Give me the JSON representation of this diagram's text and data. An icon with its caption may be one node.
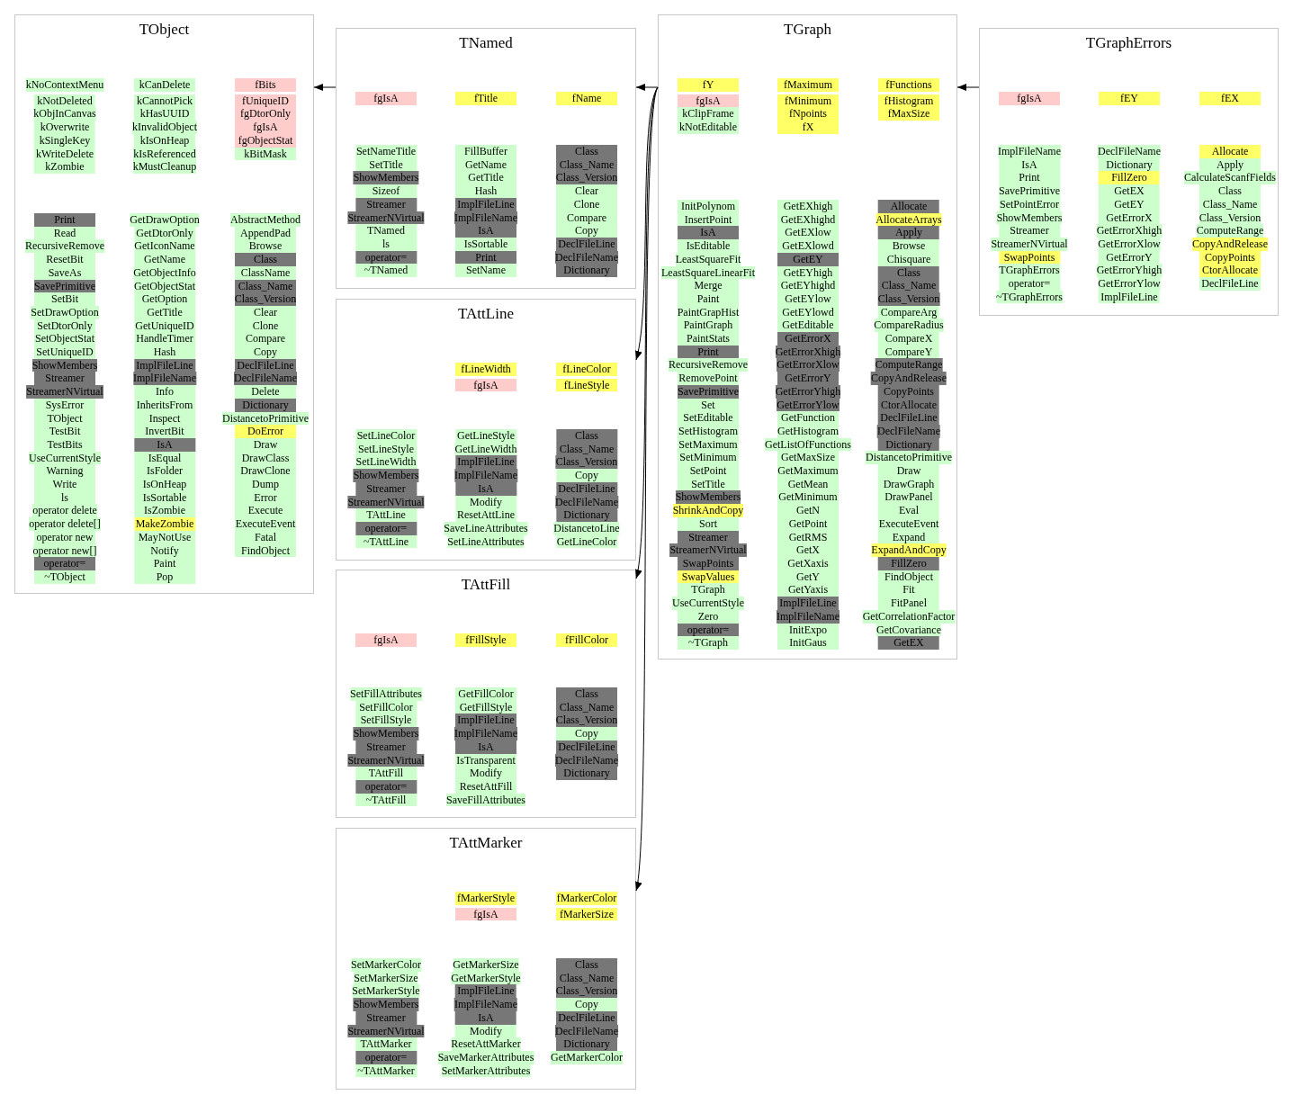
{
  "diagram": {
    "nodes": [
      {
        "text": [
          "TObject"
        ]
      },
      {
        "text": [
          "TNamed"
        ]
      },
      {
        "text": [
          "TGraph"
        ]
      },
      {
        "text": [
          "TGraphErrors"
        ]
      },
      {
        "text": [
          "TAttLine"
        ]
      },
      {
        "text": [
          "TAttFill"
        ]
      },
      {
        "text": [
          "TAttMarker"
        ]
      },
      {
        "text": [
          "kNoContextMenu"
        ],
        "in": 0
      },
      {
        "text": [
          "kNotDeleted"
        ],
        "in": 0
      },
      {
        "text": [
          "kObjInCanvas"
        ],
        "in": 0
      },
      {
        "text": [
          "kOverwrite"
        ],
        "in": 0
      },
      {
        "text": [
          "kSingleKey"
        ],
        "in": 0
      },
      {
        "text": [
          "kWriteDelete"
        ],
        "in": 0
      },
      {
        "text": [
          "kZombie"
        ],
        "in": 0
      },
      {
        "text": [
          "kCanDelete"
        ],
        "in": 0
      },
      {
        "text": [
          "kCannotPick"
        ],
        "in": 0
      },
      {
        "text": [
          "kHasUUID"
        ],
        "in": 0
      },
      {
        "text": [
          "kInvalidObject"
        ],
        "in": 0
      },
      {
        "text": [
          "kIsOnHeap"
        ],
        "in": 0
      },
      {
        "text": [
          "kIsReferenced"
        ],
        "in": 0
      },
      {
        "text": [
          "kMustCleanup"
        ],
        "in": 0
      },
      {
        "text": [
          "fBits"
        ],
        "in": 0
      },
      {
        "text": [
          "fUniqueID"
        ],
        "in": 0
      },
      {
        "text": [
          "fgDtorOnly"
        ],
        "in": 0
      },
      {
        "text": [
          "fgIsA"
        ],
        "in": 0
      },
      {
        "text": [
          "fgObjectStat"
        ],
        "in": 0
      },
      {
        "text": [
          "kBitMask"
        ],
        "in": 0
      },
      {
        "text": [
          "Print"
        ],
        "in": 0
      },
      {
        "text": [
          "Read"
        ],
        "in": 0
      },
      {
        "text": [
          "RecursiveRemove"
        ],
        "in": 0
      },
      {
        "text": [
          "ResetBit"
        ],
        "in": 0
      },
      {
        "text": [
          "SaveAs"
        ],
        "in": 0
      },
      {
        "text": [
          "SavePrimitive"
        ],
        "in": 0
      },
      {
        "text": [
          "SetBit"
        ],
        "in": 0
      },
      {
        "text": [
          "SetDrawOption"
        ],
        "in": 0
      },
      {
        "text": [
          "SetDtorOnly"
        ],
        "in": 0
      },
      {
        "text": [
          "SetObjectStat"
        ],
        "in": 0
      },
      {
        "text": [
          "SetUniqueID"
        ],
        "in": 0
      },
      {
        "text": [
          "ShowMembers"
        ],
        "in": 0
      },
      {
        "text": [
          "Streamer"
        ],
        "in": 0
      },
      {
        "text": [
          "StreamerNVirtual"
        ],
        "in": 0
      },
      {
        "text": [
          "SysError"
        ],
        "in": 0
      },
      {
        "text": [
          "TObject"
        ],
        "in": 0
      },
      {
        "text": [
          "TestBit"
        ],
        "in": 0
      },
      {
        "text": [
          "TestBits"
        ],
        "in": 0
      },
      {
        "text": [
          "UseCurrentStyle"
        ],
        "in": 0
      },
      {
        "text": [
          "Warning"
        ],
        "in": 0
      },
      {
        "text": [
          "Write"
        ],
        "in": 0
      },
      {
        "text": [
          "ls"
        ],
        "in": 0
      },
      {
        "text": [
          "operator delete"
        ],
        "in": 0
      },
      {
        "text": [
          "operator delete[]"
        ],
        "in": 0
      },
      {
        "text": [
          "operator new"
        ],
        "in": 0
      },
      {
        "text": [
          "operator new[]"
        ],
        "in": 0
      },
      {
        "text": [
          "operator="
        ],
        "in": 0
      },
      {
        "text": [
          "~TObject"
        ],
        "in": 0
      },
      {
        "text": [
          "GetDrawOption"
        ],
        "in": 0
      },
      {
        "text": [
          "GetDtorOnly"
        ],
        "in": 0
      },
      {
        "text": [
          "GetIconName"
        ],
        "in": 0
      },
      {
        "text": [
          "GetName"
        ],
        "in": 0
      },
      {
        "text": [
          "GetObjectInfo"
        ],
        "in": 0
      },
      {
        "text": [
          "GetObjectStat"
        ],
        "in": 0
      },
      {
        "text": [
          "GetOption"
        ],
        "in": 0
      },
      {
        "text": [
          "GetTitle"
        ],
        "in": 0
      },
      {
        "text": [
          "GetUniqueID"
        ],
        "in": 0
      },
      {
        "text": [
          "HandleTimer"
        ],
        "in": 0
      },
      {
        "text": [
          "Hash"
        ],
        "in": 0
      },
      {
        "text": [
          "ImplFileLine"
        ],
        "in": 0
      },
      {
        "text": [
          "ImplFileName"
        ],
        "in": 0
      },
      {
        "text": [
          "Info"
        ],
        "in": 0
      },
      {
        "text": [
          "InheritsFrom"
        ],
        "in": 0
      },
      {
        "text": [
          "Inspect"
        ],
        "in": 0
      },
      {
        "text": [
          "InvertBit"
        ],
        "in": 0
      },
      {
        "text": [
          "IsA"
        ],
        "in": 0
      },
      {
        "text": [
          "IsEqual"
        ],
        "in": 0
      },
      {
        "text": [
          "IsFolder"
        ],
        "in": 0
      },
      {
        "text": [
          "IsOnHeap"
        ],
        "in": 0
      },
      {
        "text": [
          "IsSortable"
        ],
        "in": 0
      },
      {
        "text": [
          "IsZombie"
        ],
        "in": 0
      },
      {
        "text": [
          "MakeZombie"
        ],
        "in": 0
      },
      {
        "text": [
          "MayNotUse"
        ],
        "in": 0
      },
      {
        "text": [
          "Notify"
        ],
        "in": 0
      },
      {
        "text": [
          "Paint"
        ],
        "in": 0
      },
      {
        "text": [
          "Pop"
        ],
        "in": 0
      },
      {
        "text": [
          "AbstractMethod"
        ],
        "in": 0
      },
      {
        "text": [
          "AppendPad"
        ],
        "in": 0
      },
      {
        "text": [
          "Browse"
        ],
        "in": 0
      },
      {
        "text": [
          "Class"
        ],
        "in": 0
      },
      {
        "text": [
          "ClassName"
        ],
        "in": 0
      },
      {
        "text": [
          "Class_Name"
        ],
        "in": 0
      },
      {
        "text": [
          "Class_Version"
        ],
        "in": 0
      },
      {
        "text": [
          "Clear"
        ],
        "in": 0
      },
      {
        "text": [
          "Clone"
        ],
        "in": 0
      },
      {
        "text": [
          "Compare"
        ],
        "in": 0
      },
      {
        "text": [
          "Copy"
        ],
        "in": 0
      },
      {
        "text": [
          "DeclFileLine"
        ],
        "in": 0
      },
      {
        "text": [
          "DeclFileName"
        ],
        "in": 0
      },
      {
        "text": [
          "Delete"
        ],
        "in": 0
      },
      {
        "text": [
          "Dictionary"
        ],
        "in": 0
      },
      {
        "text": [
          "DistancetoPrimitive"
        ],
        "in": 0
      },
      {
        "text": [
          "DoError"
        ],
        "in": 0
      },
      {
        "text": [
          "Draw"
        ],
        "in": 0
      },
      {
        "text": [
          "DrawClass"
        ],
        "in": 0
      },
      {
        "text": [
          "DrawClone"
        ],
        "in": 0
      },
      {
        "text": [
          "Dump"
        ],
        "in": 0
      },
      {
        "text": [
          "Error"
        ],
        "in": 0
      },
      {
        "text": [
          "Execute"
        ],
        "in": 0
      },
      {
        "text": [
          "ExecuteEvent"
        ],
        "in": 0
      },
      {
        "text": [
          "Fatal"
        ],
        "in": 0
      },
      {
        "text": [
          "FindObject"
        ],
        "in": 0
      },
      {
        "text": [
          "fgIsA"
        ],
        "in": 1
      },
      {
        "text": [
          "fTitle"
        ],
        "in": 1
      },
      {
        "text": [
          "fName"
        ],
        "in": 1
      },
      {
        "text": [
          "SetNameTitle"
        ],
        "in": 1
      },
      {
        "text": [
          "SetTitle"
        ],
        "in": 1
      },
      {
        "text": [
          "ShowMembers"
        ],
        "in": 1
      },
      {
        "text": [
          "Sizeof"
        ],
        "in": 1
      },
      {
        "text": [
          "Streamer"
        ],
        "in": 1
      },
      {
        "text": [
          "StreamerNVirtual"
        ],
        "in": 1
      },
      {
        "text": [
          "TNamed"
        ],
        "in": 1
      },
      {
        "text": [
          "ls"
        ],
        "in": 1
      },
      {
        "text": [
          "operator="
        ],
        "in": 1
      },
      {
        "text": [
          "~TNamed"
        ],
        "in": 1
      },
      {
        "text": [
          "FillBuffer"
        ],
        "in": 1
      },
      {
        "text": [
          "GetName"
        ],
        "in": 1
      },
      {
        "text": [
          "GetTitle"
        ],
        "in": 1
      },
      {
        "text": [
          "Hash"
        ],
        "in": 1
      },
      {
        "text": [
          "ImplFileLine"
        ],
        "in": 1
      },
      {
        "text": [
          "ImplFileName"
        ],
        "in": 1
      },
      {
        "text": [
          "IsA"
        ],
        "in": 1
      },
      {
        "text": [
          "IsSortable"
        ],
        "in": 1
      },
      {
        "text": [
          "Print"
        ],
        "in": 1
      },
      {
        "text": [
          "SetName"
        ],
        "in": 1
      },
      {
        "text": [
          "Class"
        ],
        "in": 1
      },
      {
        "text": [
          "Class_Name"
        ],
        "in": 1
      },
      {
        "text": [
          "Class_Version"
        ],
        "in": 1
      },
      {
        "text": [
          "Clear"
        ],
        "in": 1
      },
      {
        "text": [
          "Clone"
        ],
        "in": 1
      },
      {
        "text": [
          "Compare"
        ],
        "in": 1
      },
      {
        "text": [
          "Copy"
        ],
        "in": 1
      },
      {
        "text": [
          "DeclFileLine"
        ],
        "in": 1
      },
      {
        "text": [
          "DeclFileName"
        ],
        "in": 1
      },
      {
        "text": [
          "Dictionary"
        ],
        "in": 1
      },
      {
        "text": [
          "fY"
        ],
        "in": 2
      },
      {
        "text": [
          "fgIsA"
        ],
        "in": 2
      },
      {
        "text": [
          "kClipFrame"
        ],
        "in": 2
      },
      {
        "text": [
          "kNotEditable"
        ],
        "in": 2
      },
      {
        "text": [
          "fMaximum"
        ],
        "in": 2
      },
      {
        "text": [
          "fMinimum"
        ],
        "in": 2
      },
      {
        "text": [
          "fNpoints"
        ],
        "in": 2
      },
      {
        "text": [
          "fX"
        ],
        "in": 2
      },
      {
        "text": [
          "fFunctions"
        ],
        "in": 2
      },
      {
        "text": [
          "fHistogram"
        ],
        "in": 2
      },
      {
        "text": [
          "fMaxSize"
        ],
        "in": 2
      },
      {
        "text": [
          "InitPolynom"
        ],
        "in": 2
      },
      {
        "text": [
          "InsertPoint"
        ],
        "in": 2
      },
      {
        "text": [
          "IsA"
        ],
        "in": 2
      },
      {
        "text": [
          "IsEditable"
        ],
        "in": 2
      },
      {
        "text": [
          "LeastSquareFit"
        ],
        "in": 2
      },
      {
        "text": [
          "LeastSquareLinearFit"
        ],
        "in": 2
      },
      {
        "text": [
          "Merge"
        ],
        "in": 2
      },
      {
        "text": [
          "Paint"
        ],
        "in": 2
      },
      {
        "text": [
          "PaintGrapHist"
        ],
        "in": 2
      },
      {
        "text": [
          "PaintGraph"
        ],
        "in": 2
      },
      {
        "text": [
          "PaintStats"
        ],
        "in": 2
      },
      {
        "text": [
          "Print"
        ],
        "in": 2
      },
      {
        "text": [
          "RecursiveRemove"
        ],
        "in": 2
      },
      {
        "text": [
          "RemovePoint"
        ],
        "in": 2
      },
      {
        "text": [
          "SavePrimitive"
        ],
        "in": 2
      },
      {
        "text": [
          "Set"
        ],
        "in": 2
      },
      {
        "text": [
          "SetEditable"
        ],
        "in": 2
      },
      {
        "text": [
          "SetHistogram"
        ],
        "in": 2
      },
      {
        "text": [
          "SetMaximum"
        ],
        "in": 2
      },
      {
        "text": [
          "SetMinimum"
        ],
        "in": 2
      },
      {
        "text": [
          "SetPoint"
        ],
        "in": 2
      },
      {
        "text": [
          "SetTitle"
        ],
        "in": 2
      },
      {
        "text": [
          "ShowMembers"
        ],
        "in": 2
      },
      {
        "text": [
          "ShrinkAndCopy"
        ],
        "in": 2
      },
      {
        "text": [
          "Sort"
        ],
        "in": 2
      },
      {
        "text": [
          "Streamer"
        ],
        "in": 2
      },
      {
        "text": [
          "StreamerNVirtual"
        ],
        "in": 2
      },
      {
        "text": [
          "SwapPoints"
        ],
        "in": 2
      },
      {
        "text": [
          "SwapValues"
        ],
        "in": 2
      },
      {
        "text": [
          "TGraph"
        ],
        "in": 2
      },
      {
        "text": [
          "UseCurrentStyle"
        ],
        "in": 2
      },
      {
        "text": [
          "Zero"
        ],
        "in": 2
      },
      {
        "text": [
          "operator="
        ],
        "in": 2
      },
      {
        "text": [
          "~TGraph"
        ],
        "in": 2
      },
      {
        "text": [
          "GetEXhigh"
        ],
        "in": 2
      },
      {
        "text": [
          "GetEXhighd"
        ],
        "in": 2
      },
      {
        "text": [
          "GetEXlow"
        ],
        "in": 2
      },
      {
        "text": [
          "GetEXlowd"
        ],
        "in": 2
      },
      {
        "text": [
          "GetEY"
        ],
        "in": 2
      },
      {
        "text": [
          "GetEYhigh"
        ],
        "in": 2
      },
      {
        "text": [
          "GetEYhighd"
        ],
        "in": 2
      },
      {
        "text": [
          "GetEYlow"
        ],
        "in": 2
      },
      {
        "text": [
          "GetEYlowd"
        ],
        "in": 2
      },
      {
        "text": [
          "GetEditable"
        ],
        "in": 2
      },
      {
        "text": [
          "GetErrorX"
        ],
        "in": 2
      },
      {
        "text": [
          "GetErrorXhigh"
        ],
        "in": 2
      },
      {
        "text": [
          "GetErrorXlow"
        ],
        "in": 2
      },
      {
        "text": [
          "GetErrorY"
        ],
        "in": 2
      },
      {
        "text": [
          "GetErrorYhigh"
        ],
        "in": 2
      },
      {
        "text": [
          "GetErrorYlow"
        ],
        "in": 2
      },
      {
        "text": [
          "GetFunction"
        ],
        "in": 2
      },
      {
        "text": [
          "GetHistogram"
        ],
        "in": 2
      },
      {
        "text": [
          "GetListOfFunctions"
        ],
        "in": 2
      },
      {
        "text": [
          "GetMaxSize"
        ],
        "in": 2
      },
      {
        "text": [
          "GetMaximum"
        ],
        "in": 2
      },
      {
        "text": [
          "GetMean"
        ],
        "in": 2
      },
      {
        "text": [
          "GetMinimum"
        ],
        "in": 2
      },
      {
        "text": [
          "GetN"
        ],
        "in": 2
      },
      {
        "text": [
          "GetPoint"
        ],
        "in": 2
      },
      {
        "text": [
          "GetRMS"
        ],
        "in": 2
      },
      {
        "text": [
          "GetX"
        ],
        "in": 2
      },
      {
        "text": [
          "GetXaxis"
        ],
        "in": 2
      },
      {
        "text": [
          "GetY"
        ],
        "in": 2
      },
      {
        "text": [
          "GetYaxis"
        ],
        "in": 2
      },
      {
        "text": [
          "ImplFileLine"
        ],
        "in": 2
      },
      {
        "text": [
          "ImplFileName"
        ],
        "in": 2
      },
      {
        "text": [
          "InitExpo"
        ],
        "in": 2
      },
      {
        "text": [
          "InitGaus"
        ],
        "in": 2
      },
      {
        "text": [
          "Allocate"
        ],
        "in": 2
      },
      {
        "text": [
          "AllocateArrays"
        ],
        "in": 2
      },
      {
        "text": [
          "Apply"
        ],
        "in": 2
      },
      {
        "text": [
          "Browse"
        ],
        "in": 2
      },
      {
        "text": [
          "Chisquare"
        ],
        "in": 2
      },
      {
        "text": [
          "Class"
        ],
        "in": 2
      },
      {
        "text": [
          "Class_Name"
        ],
        "in": 2
      },
      {
        "text": [
          "Class_Version"
        ],
        "in": 2
      },
      {
        "text": [
          "CompareArg"
        ],
        "in": 2
      },
      {
        "text": [
          "CompareRadius"
        ],
        "in": 2
      },
      {
        "text": [
          "CompareX"
        ],
        "in": 2
      },
      {
        "text": [
          "CompareY"
        ],
        "in": 2
      },
      {
        "text": [
          "ComputeRange"
        ],
        "in": 2
      },
      {
        "text": [
          "CopyAndRelease"
        ],
        "in": 2
      },
      {
        "text": [
          "CopyPoints"
        ],
        "in": 2
      },
      {
        "text": [
          "CtorAllocate"
        ],
        "in": 2
      },
      {
        "text": [
          "DeclFileLine"
        ],
        "in": 2
      },
      {
        "text": [
          "DeclFileName"
        ],
        "in": 2
      },
      {
        "text": [
          "Dictionary"
        ],
        "in": 2
      },
      {
        "text": [
          "DistancetoPrimitive"
        ],
        "in": 2
      },
      {
        "text": [
          "Draw"
        ],
        "in": 2
      },
      {
        "text": [
          "DrawGraph"
        ],
        "in": 2
      },
      {
        "text": [
          "DrawPanel"
        ],
        "in": 2
      },
      {
        "text": [
          "Eval"
        ],
        "in": 2
      },
      {
        "text": [
          "ExecuteEvent"
        ],
        "in": 2
      },
      {
        "text": [
          "Expand"
        ],
        "in": 2
      },
      {
        "text": [
          "ExpandAndCopy"
        ],
        "in": 2
      },
      {
        "text": [
          "FillZero"
        ],
        "in": 2
      },
      {
        "text": [
          "FindObject"
        ],
        "in": 2
      },
      {
        "text": [
          "Fit"
        ],
        "in": 2
      },
      {
        "text": [
          "FitPanel"
        ],
        "in": 2
      },
      {
        "text": [
          "GetCorrelationFactor"
        ],
        "in": 2
      },
      {
        "text": [
          "GetCovariance"
        ],
        "in": 2
      },
      {
        "text": [
          "GetEX"
        ],
        "in": 2
      },
      {
        "text": [
          "fgIsA"
        ],
        "in": 3
      },
      {
        "text": [
          "fEY"
        ],
        "in": 3
      },
      {
        "text": [
          "fEX"
        ],
        "in": 3
      },
      {
        "text": [
          "ImplFileName"
        ],
        "in": 3
      },
      {
        "text": [
          "IsA"
        ],
        "in": 3
      },
      {
        "text": [
          "Print"
        ],
        "in": 3
      },
      {
        "text": [
          "SavePrimitive"
        ],
        "in": 3
      },
      {
        "text": [
          "SetPointError"
        ],
        "in": 3
      },
      {
        "text": [
          "ShowMembers"
        ],
        "in": 3
      },
      {
        "text": [
          "Streamer"
        ],
        "in": 3
      },
      {
        "text": [
          "StreamerNVirtual"
        ],
        "in": 3
      },
      {
        "text": [
          "SwapPoints"
        ],
        "in": 3
      },
      {
        "text": [
          "TGraphErrors"
        ],
        "in": 3
      },
      {
        "text": [
          "operator="
        ],
        "in": 3
      },
      {
        "text": [
          "~TGraphErrors"
        ],
        "in": 3
      },
      {
        "text": [
          "DeclFileName"
        ],
        "in": 3
      },
      {
        "text": [
          "Dictionary"
        ],
        "in": 3
      },
      {
        "text": [
          "FillZero"
        ],
        "in": 3
      },
      {
        "text": [
          "GetEX"
        ],
        "in": 3
      },
      {
        "text": [
          "GetEY"
        ],
        "in": 3
      },
      {
        "text": [
          "GetErrorX"
        ],
        "in": 3
      },
      {
        "text": [
          "GetErrorXhigh"
        ],
        "in": 3
      },
      {
        "text": [
          "GetErrorXlow"
        ],
        "in": 3
      },
      {
        "text": [
          "GetErrorY"
        ],
        "in": 3
      },
      {
        "text": [
          "GetErrorYhigh"
        ],
        "in": 3
      },
      {
        "text": [
          "GetErrorYlow"
        ],
        "in": 3
      },
      {
        "text": [
          "ImplFileLine"
        ],
        "in": 3
      },
      {
        "text": [
          "Allocate"
        ],
        "in": 3
      },
      {
        "text": [
          "Apply"
        ],
        "in": 3
      },
      {
        "text": [
          "CalculateScanfFields"
        ],
        "in": 3
      },
      {
        "text": [
          "Class"
        ],
        "in": 3
      },
      {
        "text": [
          "Class_Name"
        ],
        "in": 3
      },
      {
        "text": [
          "Class_Version"
        ],
        "in": 3
      },
      {
        "text": [
          "ComputeRange"
        ],
        "in": 3
      },
      {
        "text": [
          "CopyAndRelease"
        ],
        "in": 3
      },
      {
        "text": [
          "CopyPoints"
        ],
        "in": 3
      },
      {
        "text": [
          "CtorAllocate"
        ],
        "in": 3
      },
      {
        "text": [
          "DeclFileLine"
        ],
        "in": 3
      },
      {
        "text": [
          "fLineWidth"
        ],
        "in": 4
      },
      {
        "text": [
          "fgIsA"
        ],
        "in": 4
      },
      {
        "text": [
          "fLineColor"
        ],
        "in": 4
      },
      {
        "text": [
          "fLineStyle"
        ],
        "in": 4
      },
      {
        "text": [
          "SetLineColor"
        ],
        "in": 4
      },
      {
        "text": [
          "SetLineStyle"
        ],
        "in": 4
      },
      {
        "text": [
          "SetLineWidth"
        ],
        "in": 4
      },
      {
        "text": [
          "ShowMembers"
        ],
        "in": 4
      },
      {
        "text": [
          "Streamer"
        ],
        "in": 4
      },
      {
        "text": [
          "StreamerNVirtual"
        ],
        "in": 4
      },
      {
        "text": [
          "TAttLine"
        ],
        "in": 4
      },
      {
        "text": [
          "operator="
        ],
        "in": 4
      },
      {
        "text": [
          "~TAttLine"
        ],
        "in": 4
      },
      {
        "text": [
          "GetLineStyle"
        ],
        "in": 4
      },
      {
        "text": [
          "GetLineWidth"
        ],
        "in": 4
      },
      {
        "text": [
          "ImplFileLine"
        ],
        "in": 4
      },
      {
        "text": [
          "ImplFileName"
        ],
        "in": 4
      },
      {
        "text": [
          "IsA"
        ],
        "in": 4
      },
      {
        "text": [
          "Modify"
        ],
        "in": 4
      },
      {
        "text": [
          "ResetAttLine"
        ],
        "in": 4
      },
      {
        "text": [
          "SaveLineAttributes"
        ],
        "in": 4
      },
      {
        "text": [
          "SetLineAttributes"
        ],
        "in": 4
      },
      {
        "text": [
          "Class"
        ],
        "in": 4
      },
      {
        "text": [
          "Class_Name"
        ],
        "in": 4
      },
      {
        "text": [
          "Class_Version"
        ],
        "in": 4
      },
      {
        "text": [
          "Copy"
        ],
        "in": 4
      },
      {
        "text": [
          "DeclFileLine"
        ],
        "in": 4
      },
      {
        "text": [
          "DeclFileName"
        ],
        "in": 4
      },
      {
        "text": [
          "Dictionary"
        ],
        "in": 4
      },
      {
        "text": [
          "DistancetoLine"
        ],
        "in": 4
      },
      {
        "text": [
          "GetLineColor"
        ],
        "in": 4
      },
      {
        "text": [
          "fgIsA"
        ],
        "in": 5
      },
      {
        "text": [
          "fFillStyle"
        ],
        "in": 5
      },
      {
        "text": [
          "fFillColor"
        ],
        "in": 5
      },
      {
        "text": [
          "SetFillAttributes"
        ],
        "in": 5
      },
      {
        "text": [
          "SetFillColor"
        ],
        "in": 5
      },
      {
        "text": [
          "SetFillStyle"
        ],
        "in": 5
      },
      {
        "text": [
          "ShowMembers"
        ],
        "in": 5
      },
      {
        "text": [
          "Streamer"
        ],
        "in": 5
      },
      {
        "text": [
          "StreamerNVirtual"
        ],
        "in": 5
      },
      {
        "text": [
          "TAttFill"
        ],
        "in": 5
      },
      {
        "text": [
          "operator="
        ],
        "in": 5
      },
      {
        "text": [
          "~TAttFill"
        ],
        "in": 5
      },
      {
        "text": [
          "GetFillColor"
        ],
        "in": 5
      },
      {
        "text": [
          "GetFillStyle"
        ],
        "in": 5
      },
      {
        "text": [
          "ImplFileLine"
        ],
        "in": 5
      },
      {
        "text": [
          "ImplFileName"
        ],
        "in": 5
      },
      {
        "text": [
          "IsA"
        ],
        "in": 5
      },
      {
        "text": [
          "IsTransparent"
        ],
        "in": 5
      },
      {
        "text": [
          "Modify"
        ],
        "in": 5
      },
      {
        "text": [
          "ResetAttFill"
        ],
        "in": 5
      },
      {
        "text": [
          "SaveFillAttributes"
        ],
        "in": 5
      },
      {
        "text": [
          "Class"
        ],
        "in": 5
      },
      {
        "text": [
          "Class_Name"
        ],
        "in": 5
      },
      {
        "text": [
          "Class_Version"
        ],
        "in": 5
      },
      {
        "text": [
          "Copy"
        ],
        "in": 5
      },
      {
        "text": [
          "DeclFileLine"
        ],
        "in": 5
      },
      {
        "text": [
          "DeclFileName"
        ],
        "in": 5
      },
      {
        "text": [
          "Dictionary"
        ],
        "in": 5
      },
      {
        "text": [
          "fMarkerStyle"
        ],
        "in": 6
      },
      {
        "text": [
          "fgIsA"
        ],
        "in": 6
      },
      {
        "text": [
          "fMarkerColor"
        ],
        "in": 6
      },
      {
        "text": [
          "fMarkerSize"
        ],
        "in": 6
      },
      {
        "text": [
          "SetMarkerColor"
        ],
        "in": 6
      },
      {
        "text": [
          "SetMarkerSize"
        ],
        "in": 6
      },
      {
        "text": [
          "SetMarkerStyle"
        ],
        "in": 6
      },
      {
        "text": [
          "ShowMembers"
        ],
        "in": 6
      },
      {
        "text": [
          "Streamer"
        ],
        "in": 6
      },
      {
        "text": [
          "StreamerNVirtual"
        ],
        "in": 6
      },
      {
        "text": [
          "TAttMarker"
        ],
        "in": 6
      },
      {
        "text": [
          "operator="
        ],
        "in": 6
      },
      {
        "text": [
          "~TAttMarker"
        ],
        "in": 6
      },
      {
        "text": [
          "GetMarkerSize"
        ],
        "in": 6
      },
      {
        "text": [
          "GetMarkerStyle"
        ],
        "in": 6
      },
      {
        "text": [
          "ImplFileLine"
        ],
        "in": 6
      },
      {
        "text": [
          "ImplFileName"
        ],
        "in": 6
      },
      {
        "text": [
          "IsA"
        ],
        "in": 6
      },
      {
        "text": [
          "Modify"
        ],
        "in": 6
      },
      {
        "text": [
          "ResetAttMarker"
        ],
        "in": 6
      },
      {
        "text": [
          "SaveMarkerAttributes"
        ],
        "in": 6
      },
      {
        "text": [
          "SetMarkerAttributes"
        ],
        "in": 6
      },
      {
        "text": [
          "Class"
        ],
        "in": 6
      },
      {
        "text": [
          "Class_Name"
        ],
        "in": 6
      },
      {
        "text": [
          "Class_Version"
        ],
        "in": 6
      },
      {
        "text": [
          "Copy"
        ],
        "in": 6
      },
      {
        "text": [
          "DeclFileLine"
        ],
        "in": 6
      },
      {
        "text": [
          "DeclFileName"
        ],
        "in": 6
      },
      {
        "text": [
          "Dictionary"
        ],
        "in": 6
      },
      {
        "text": [
          "GetMarkerColor"
        ],
        "in": 6
      }
    ],
    "edges": [
      {
        "from": 1,
        "to": 0,
        "arrow": "to"
      },
      {
        "from": 2,
        "to": 1,
        "arrow": "to"
      },
      {
        "from": 3,
        "to": 2,
        "arrow": "to"
      },
      {
        "from": 2,
        "to": 4,
        "arrow": "to"
      },
      {
        "from": 2,
        "to": 5,
        "arrow": "to"
      },
      {
        "from": 2,
        "to": 6,
        "arrow": "to"
      }
    ]
  }
}
